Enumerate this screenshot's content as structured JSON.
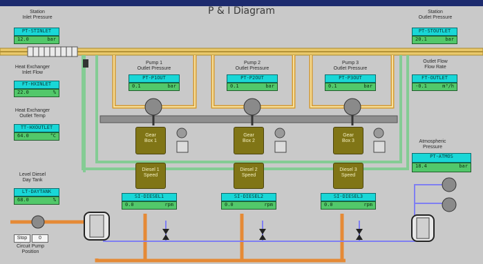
{
  "window": {
    "title": "P & I Diagram"
  },
  "panels": {
    "station_inlet": {
      "label": "Station\nInlet Pressure",
      "tag": "PT-STINLET",
      "value": "12.0",
      "unit": "bar"
    },
    "hx_inlet_flow": {
      "label": "Heat Exchanger\nInlet Flow",
      "tag": "FT-HXINLET",
      "value": "22.0",
      "unit": "%"
    },
    "hx_outlet_temp": {
      "label": "Heat Exchanger\nOutlet Temp",
      "tag": "TT-HXOUTLET",
      "value": "64.0",
      "unit": "°C"
    },
    "level_tank": {
      "label": "Level Diesel\nDay Tank",
      "tag": "LT-DAYTANK",
      "value": "68.0",
      "unit": "%"
    },
    "station_outlet": {
      "label": "Station\nOutlet Pressure",
      "tag": "PT-STOUTLET",
      "value": "20.1",
      "unit": "bar"
    },
    "outlet_flow": {
      "label": "Outlet Flow\nFlow Rate",
      "tag": "FT-OUTLET",
      "value": "-0.1",
      "unit": "m³/h"
    },
    "atmos_pressure": {
      "label": "Atmospheric\nPressure",
      "tag": "PT-ATMOS",
      "value": "18.4",
      "unit": "bar"
    }
  },
  "pumps": [
    {
      "label": "Pump 1\nOutlet Pressure",
      "tag": "PT-P1OUT",
      "value": "0.1",
      "unit": "bar",
      "gear_label": "Gear\nBox 1",
      "diesel_label": "Diesel 1\nSpeed",
      "speed_tag": "SI-DIESEL1",
      "speed_value": "0.0",
      "speed_unit": "rpm"
    },
    {
      "label": "Pump 2\nOutlet Pressure",
      "tag": "PT-P2OUT",
      "value": "0.1",
      "unit": "bar",
      "gear_label": "Gear\nBox 2",
      "diesel_label": "Diesel 2\nSpeed",
      "speed_tag": "SI-DIESEL2",
      "speed_value": "0.0",
      "speed_unit": "rpm"
    },
    {
      "label": "Pump 3\nOutlet Pressure",
      "tag": "PT-P3OUT",
      "value": "0.1",
      "unit": "bar",
      "gear_label": "Gear\nBox 3",
      "diesel_label": "Diesel 3\nSpeed",
      "speed_tag": "SI-DIESEL3",
      "speed_value": "0.0",
      "speed_unit": "rpm"
    }
  ],
  "circuit_pump": {
    "button_label": "Stop",
    "value": "0",
    "label": "Circuit Pump\nPosition"
  },
  "colors": {
    "background": "#c9c9c9",
    "header_pipe": "#e9c86a",
    "water": "#84cc94",
    "fuel": "#7f7ff2",
    "diesel": "#e58a36",
    "tag_bg": "#19d7d7",
    "value_bg": "#52c86a",
    "vessel": "#807516"
  }
}
